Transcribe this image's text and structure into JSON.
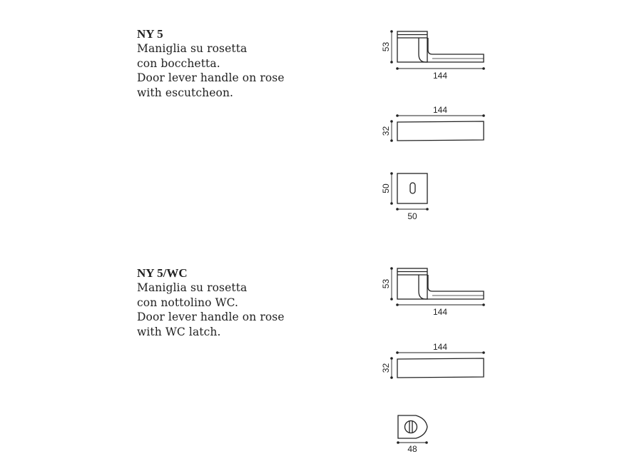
{
  "products": [
    {
      "code": "NY 5",
      "lines": [
        "Maniglia su rosetta",
        "con bocchetta.",
        "Door lever handle on rose",
        "with escutcheon."
      ],
      "dims": {
        "lever_side_height": "53",
        "lever_side_length": "144",
        "lever_top_length": "144",
        "lever_top_thickness": "32",
        "rose_height": "50",
        "rose_width": "50"
      }
    },
    {
      "code": "NY 5/WC",
      "lines": [
        "Maniglia su rosetta",
        "con nottolino WC.",
        "Door lever handle on rose",
        "with WC latch."
      ],
      "dims": {
        "lever_side_height": "53",
        "lever_side_length": "144",
        "lever_top_length": "144",
        "lever_top_thickness": "32",
        "latch_width": "48"
      }
    }
  ]
}
